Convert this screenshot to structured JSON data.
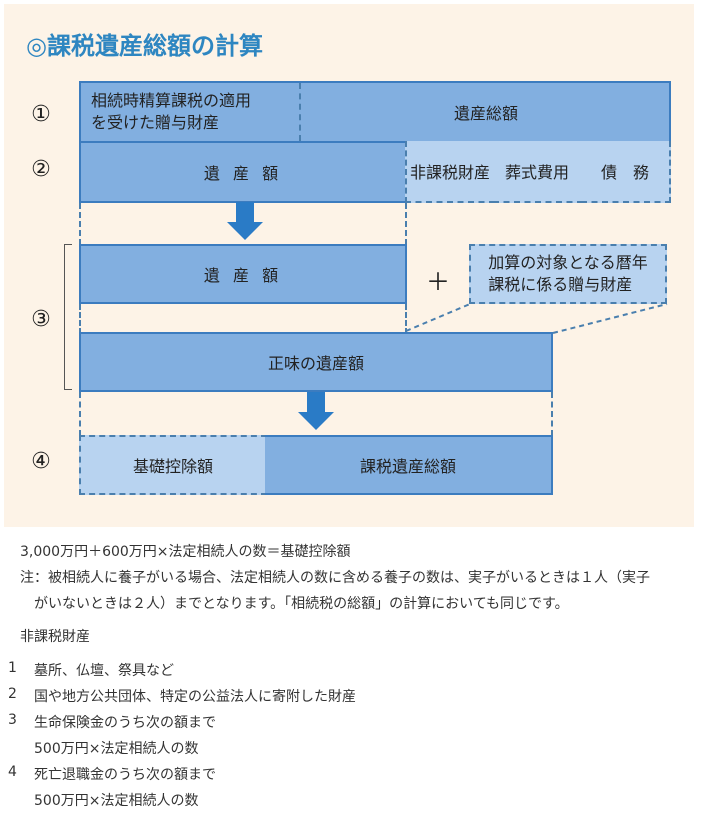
{
  "diagram": {
    "title": "◎課税遺産総額の計算",
    "colors": {
      "title": "#2e86c1",
      "panel_bg": "#fdf3e7",
      "box_solid": "#82afe0",
      "box_light": "#b8d3f0",
      "border": "#3c7cbf",
      "arrow": "#2a7bc6"
    },
    "steps": {
      "step1": {
        "number": "①",
        "gift_property": "相続時精算課税の適用を受けた贈与財産",
        "gift_property_line1": "相続時精算課税の適用",
        "gift_property_line2": "を受けた贈与財産",
        "total_estate": "遺産総額"
      },
      "step2": {
        "number": "②",
        "estate_amount": "遺 産 額",
        "non_taxable": "非課税財産",
        "funeral_costs": "葬式費用",
        "debts": "債　務"
      },
      "step3": {
        "number": "③",
        "estate_amount": "遺 産 額",
        "plus": "＋",
        "added_gift_line1": "加算の対象となる暦年",
        "added_gift_line2": "課税に係る贈与財産",
        "net_estate": "正味の遺産額"
      },
      "step4": {
        "number": "④",
        "basic_deduction": "基礎控除額",
        "taxable_total": "課税遺産総額"
      }
    }
  },
  "notes": {
    "formula": "3,000万円＋600万円×法定相続人の数＝基礎控除額",
    "note_line1": "注：被相続人に養子がいる場合、法定相続人の数に含める養子の数は、実子がいるときは１人（実子",
    "note_line2": "がいないときは２人）までとなります。「相続税の総額」の計算においても同じです。",
    "non_taxable_heading": "非課税財産",
    "items": [
      {
        "num": "1",
        "text": "墓所、仏壇、祭具など"
      },
      {
        "num": "2",
        "text": "国や地方公共団体、特定の公益法人に寄附した財産"
      },
      {
        "num": "3",
        "text": "生命保険金のうち次の額まで",
        "sub": "500万円×法定相続人の数"
      },
      {
        "num": "4",
        "text": "死亡退職金のうち次の額まで",
        "sub": "500万円×法定相続人の数"
      }
    ]
  }
}
